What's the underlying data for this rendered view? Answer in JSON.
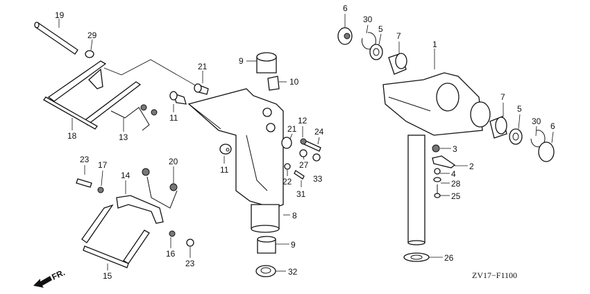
{
  "diagram_code": "ZV17−F1100",
  "front_indicator": "FR.",
  "callouts": {
    "c19": "19",
    "c29": "29",
    "c21a": "21",
    "c9a": "9",
    "c10": "10",
    "c11a": "11",
    "c18": "18",
    "c13": "13",
    "c11b": "11",
    "c21b": "21",
    "c12": "12",
    "c24": "24",
    "c27": "27",
    "c33": "33",
    "c22": "22",
    "c31": "31",
    "c8": "8",
    "c9b": "9",
    "c32": "32",
    "c23a": "23",
    "c17": "17",
    "c14": "14",
    "c20": "20",
    "c16": "16",
    "c23b": "23",
    "c15": "15",
    "c6a": "6",
    "c30a": "30",
    "c5a": "5",
    "c7a": "7",
    "c1": "1",
    "c7b": "7",
    "c5b": "5",
    "c30b": "30",
    "c6b": "6",
    "c3": "3",
    "c2": "2",
    "c4": "4",
    "c28": "28",
    "c25": "25",
    "c26": "26"
  }
}
